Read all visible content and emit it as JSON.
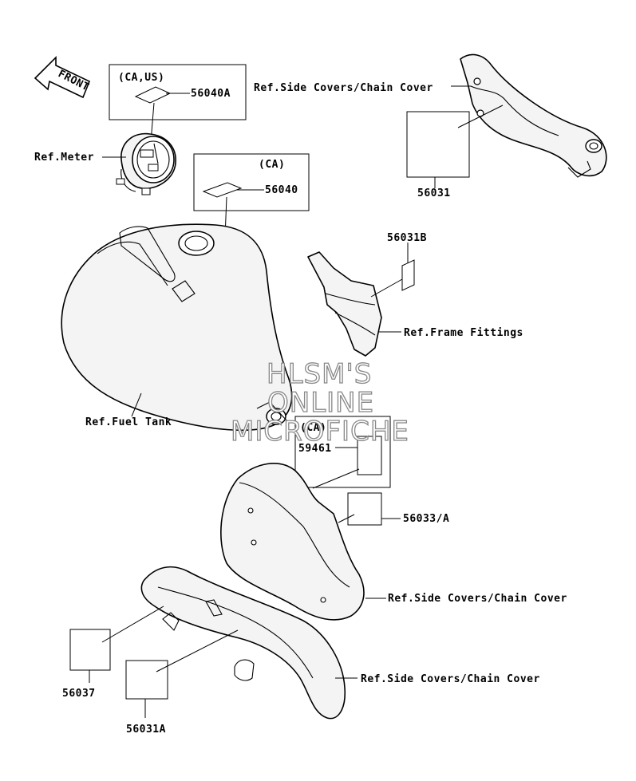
{
  "direction_marker": {
    "text": "FRONT"
  },
  "boxes": {
    "meter_box": {
      "region": "(CA,US)",
      "part_no": "56040A"
    },
    "tank_box": {
      "region": "(CA)",
      "part_no": "56040"
    },
    "side_box": {
      "region": "(CA)",
      "part_no": "59461"
    }
  },
  "references": {
    "meter": "Ref.Meter",
    "fuel_tank": "Ref.Fuel Tank",
    "side_covers_top": "Ref.Side Covers/Chain Cover",
    "frame_fittings": "Ref.Frame Fittings",
    "side_covers_mid": "Ref.Side Covers/Chain Cover",
    "side_covers_bottom": "Ref.Side Covers/Chain Cover"
  },
  "parts": {
    "p56031": "56031",
    "p56031B": "56031B",
    "p56033A": "56033/A",
    "p56037": "56037",
    "p56031A": "56031A"
  },
  "watermark": {
    "line1": "HLSM'S",
    "line2": "ONLINE",
    "line3": "MICROFICHE"
  }
}
